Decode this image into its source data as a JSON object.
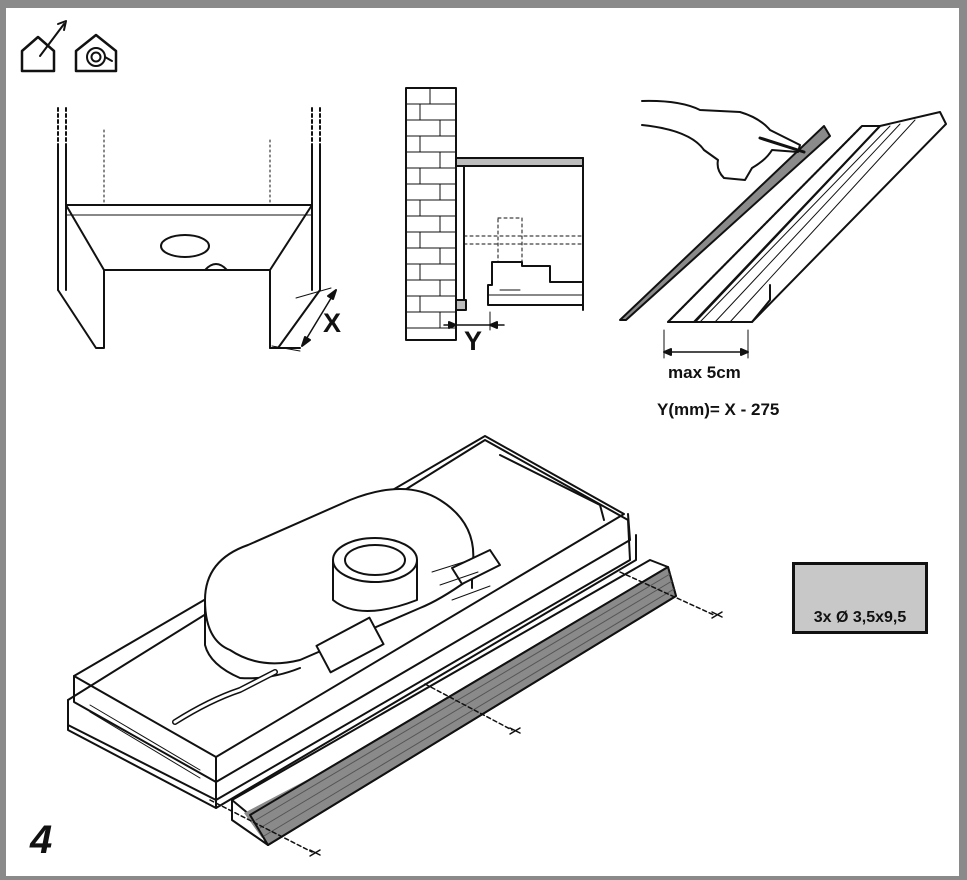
{
  "icons": {
    "vent_out_icon": "house-with-outlet-arrow-icon",
    "recirculate_icon": "house-with-recirculation-icon"
  },
  "labels": {
    "x": "X",
    "y": "Y",
    "max_distance": "max 5cm",
    "formula": "Y(mm)= X - 275",
    "step_number": "4"
  },
  "screw_spec": {
    "text": "3x Ø 3,5x9,5"
  },
  "colors": {
    "frame": "#8a8a8a",
    "box_fill": "#c8c8c8",
    "ink": "#111111"
  }
}
